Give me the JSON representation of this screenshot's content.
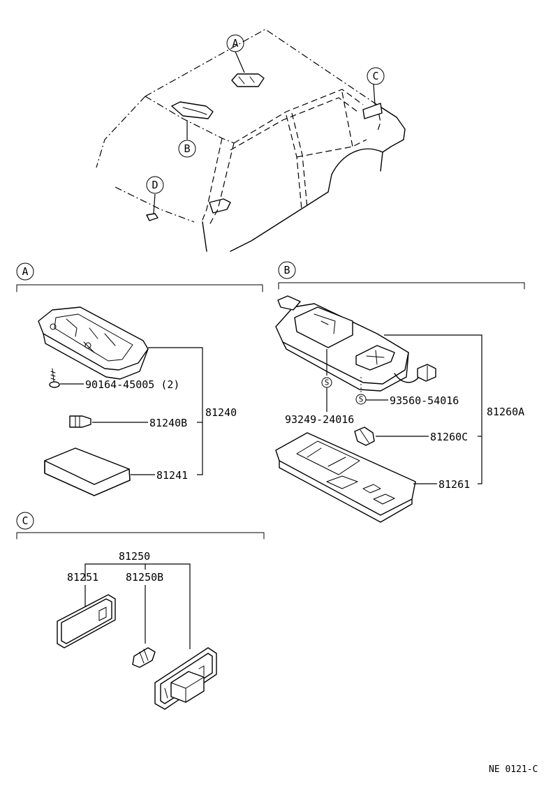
{
  "callouts": {
    "a": "A",
    "b": "B",
    "c": "C",
    "d": "D"
  },
  "section_a": {
    "letter": "A",
    "screw": "90164-45005 (2)",
    "assembly": "81240",
    "bulb": "81240B",
    "lens": "81241"
  },
  "section_b": {
    "letter": "B",
    "screw_93249": "93249-24016",
    "screw_symbol_1": "S",
    "screw_93560": "93560-54016",
    "screw_symbol_2": "S",
    "assembly": "81260A",
    "bulb": "81260C",
    "lens": "81261"
  },
  "section_c": {
    "letter": "C",
    "assembly": "81250",
    "lens": "81251",
    "bulb": "81250B"
  },
  "footer": {
    "code": "NE 0121-C"
  }
}
